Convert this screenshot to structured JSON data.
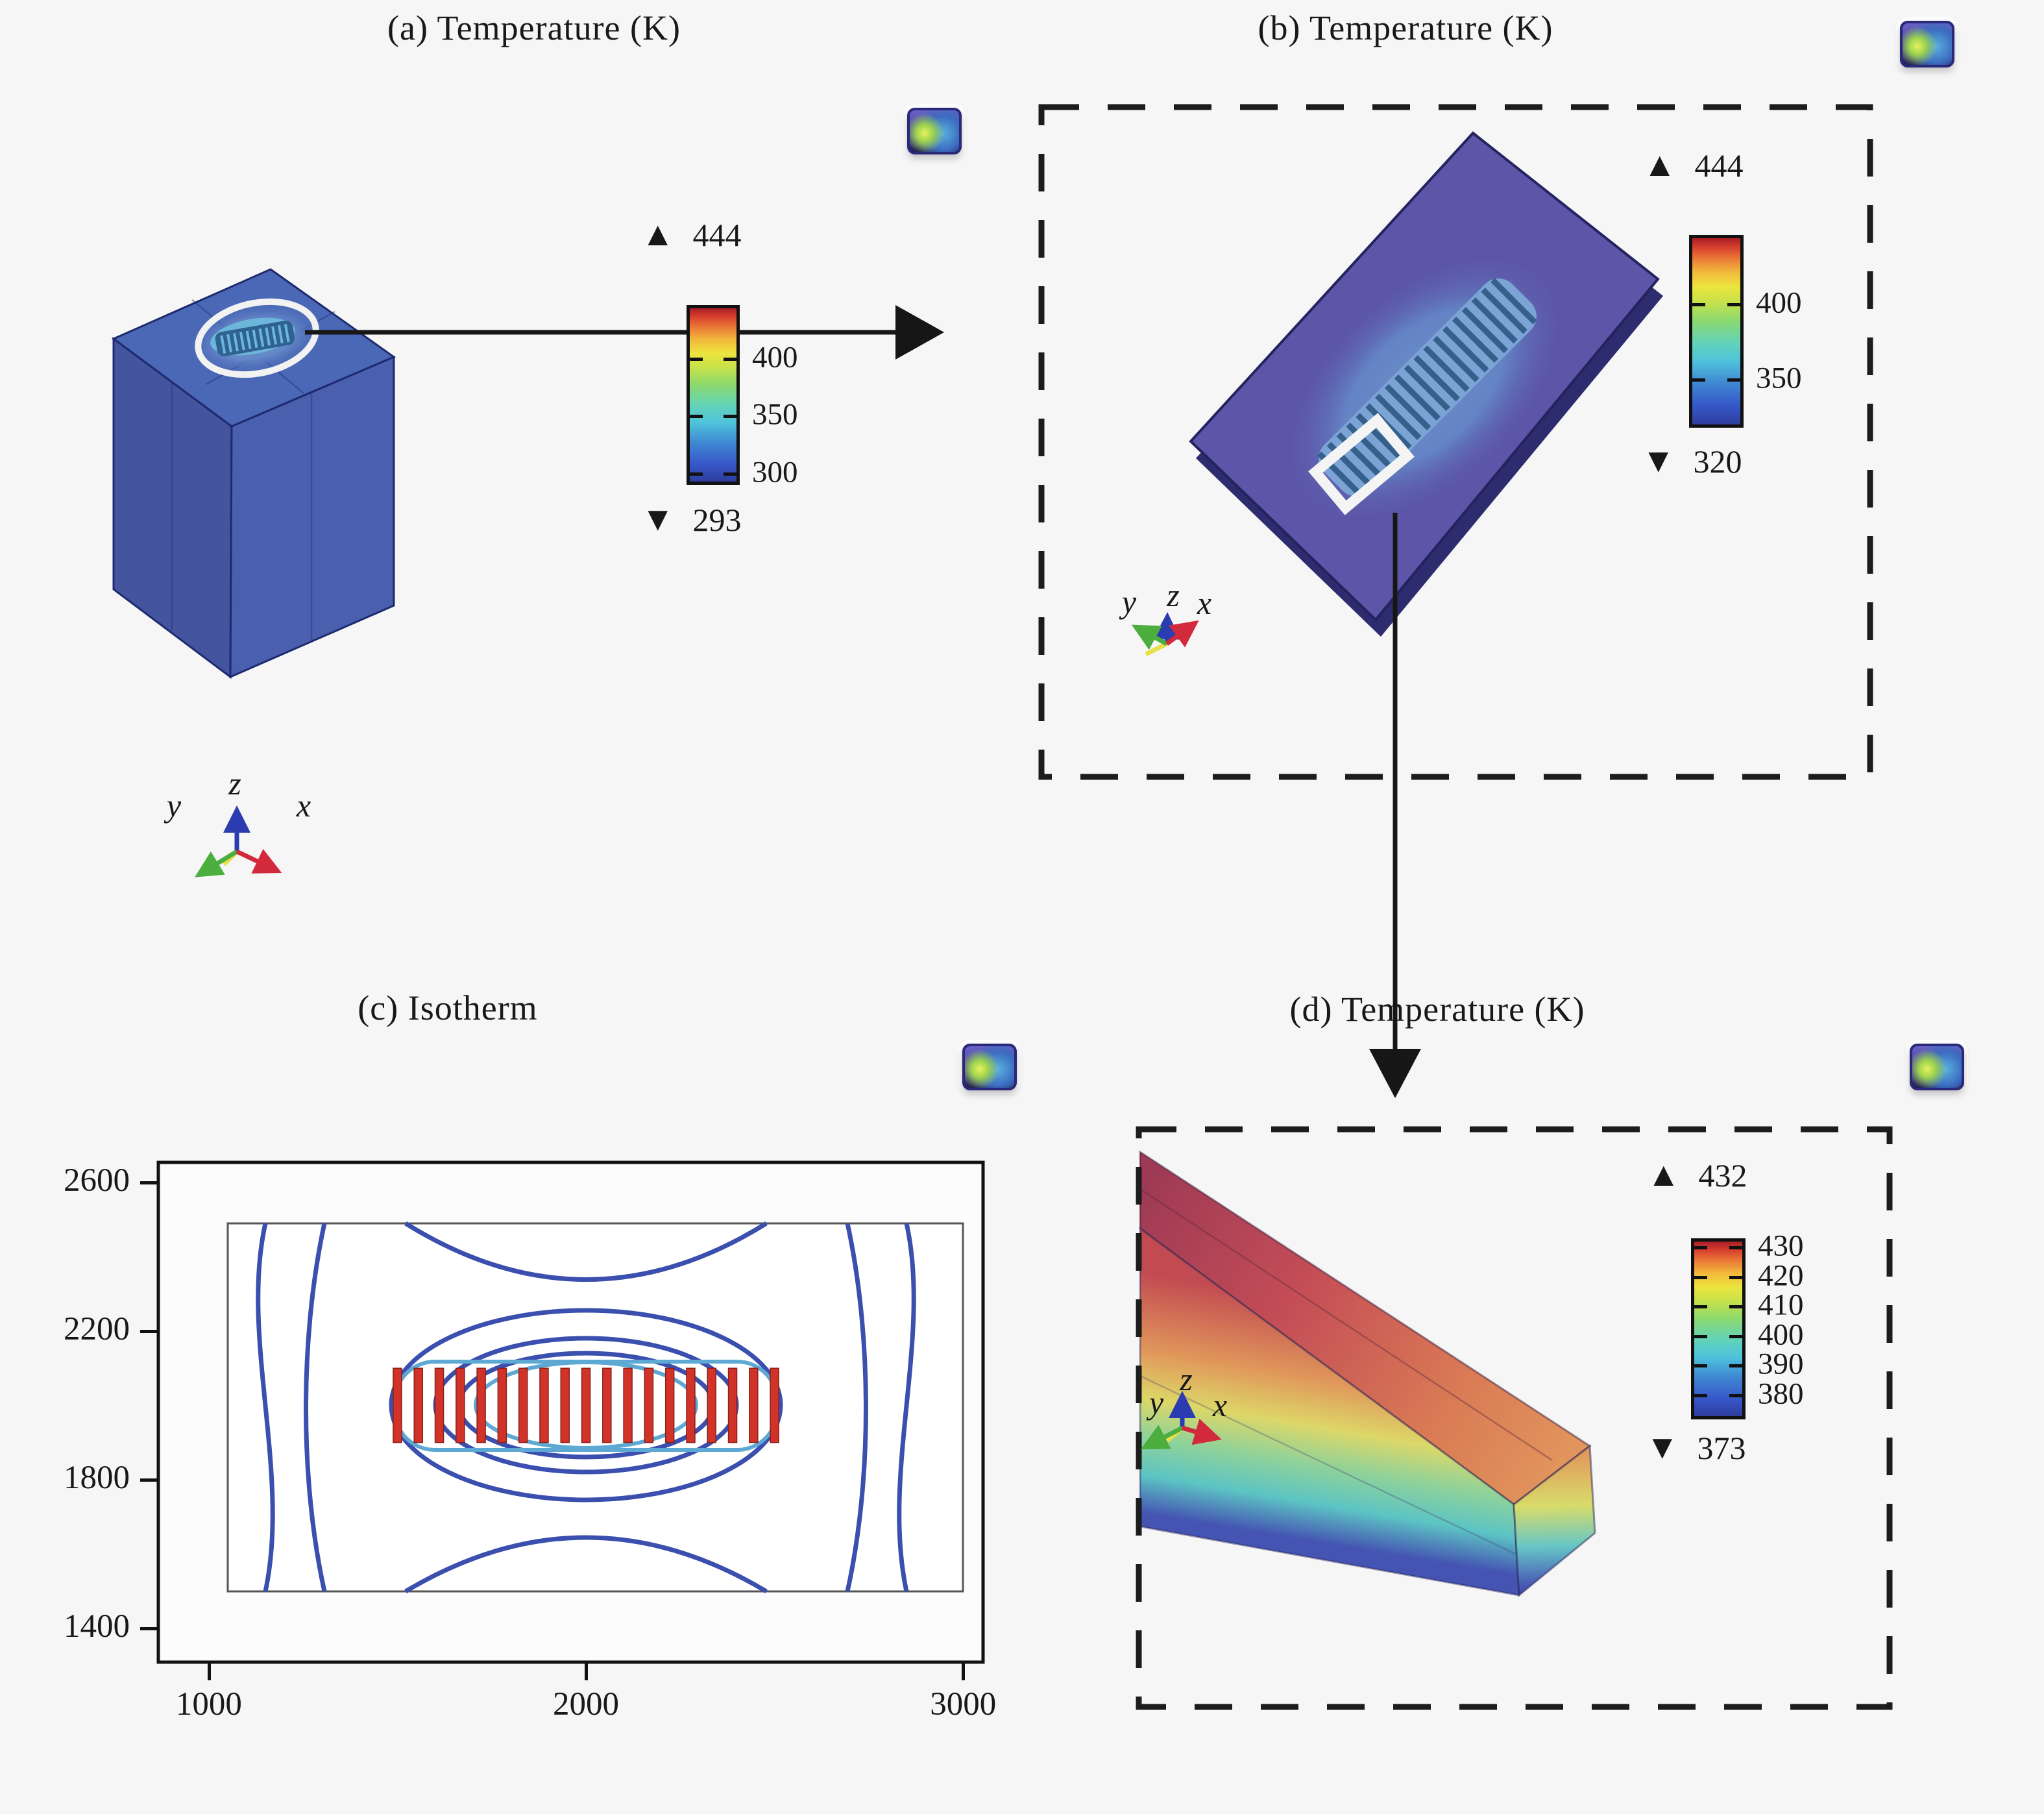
{
  "titles": {
    "a": "(a) Temperature (K)",
    "b": "(b) Temperature (K)",
    "c": "(c) Isotherm",
    "d": "(d) Temperature (K)"
  },
  "triad": [
    "y",
    "z",
    "x"
  ],
  "icons": {
    "max_marker": "▲",
    "min_marker": "▼",
    "logo": "comsol-thumbnail"
  },
  "chart_data": [
    {
      "panel": "a",
      "type": "heatmap",
      "title": "(a) Temperature (K)",
      "surface": "3D substrate block, nearly uniform blue (~300 K) with circled warm heater spot on top face",
      "colorbar": {
        "orientation": "vertical",
        "colormap": "jet",
        "min": 293,
        "max": 444,
        "tick_values": [
          400,
          350,
          300
        ],
        "max_label": "444",
        "min_label": "293"
      },
      "axis_triad": [
        "y",
        "z",
        "x"
      ],
      "annotations": [
        "white ellipse highlighting heater",
        "arrow pointing to panel b"
      ]
    },
    {
      "panel": "b",
      "type": "heatmap",
      "title": "(b) Temperature (K)",
      "surface": "zoomed rotated chip plate with meander micro-heater, white rectangle marks waveguide section",
      "colorbar": {
        "orientation": "vertical",
        "colormap": "jet",
        "min": 320,
        "max": 444,
        "tick_values": [
          400,
          350
        ],
        "max_label": "444",
        "min_label": "320"
      },
      "axis_triad": [
        "y",
        "z",
        "x"
      ],
      "annotations": [
        "dashed zoom frame",
        "white rectangle highlight",
        "arrow pointing to panel d"
      ]
    },
    {
      "panel": "c",
      "type": "contour",
      "title": "(c) Isotherm",
      "xlabel": "",
      "ylabel": "",
      "x_tick_values": [
        1000,
        2000,
        3000
      ],
      "y_tick_values": [
        2600,
        2200,
        1800,
        1400
      ],
      "xlim": [
        866,
        3053
      ],
      "ylim": [
        1309,
        2654
      ],
      "domain_rect": {
        "x": [
          1050,
          3000
        ],
        "y": [
          1500,
          2490
        ]
      },
      "heater": {
        "x": [
          1500,
          2500
        ],
        "y": [
          1900,
          2100
        ],
        "n_stripes": 19
      },
      "isotherms": "nested closed isotherm rings around central striped heater; S-shaped near-vertical isotherms toward left and right domain edges",
      "grid": false,
      "legend": false
    },
    {
      "panel": "d",
      "type": "heatmap",
      "title": "(d) Temperature (K)",
      "surface": "waveguide bar section, hot red (~430 K) along top fading to blue (~373 K) at bottom edge",
      "colorbar": {
        "orientation": "vertical",
        "colormap": "jet",
        "min": 373,
        "max": 432,
        "tick_values": [
          430,
          420,
          410,
          400,
          390,
          380
        ],
        "max_label": "432",
        "min_label": "373"
      },
      "axis_triad": [
        "y",
        "z",
        "x"
      ],
      "annotations": [
        "dashed zoom frame"
      ]
    }
  ],
  "colors": {
    "background": "#f6f6f6",
    "block_blue_top": "#4b68b6",
    "block_blue_side": "#44549e",
    "chip_purple": "#5c55a8",
    "heater_cyan": "#7ba3d4",
    "contour_blue": "#3a4fae",
    "contour_cyan": "#5ea9d4",
    "heater_red": "#d23328",
    "beam_hot": "#a83a50",
    "beam_cold": "#4553b2",
    "dash": "#1c1c1c"
  }
}
